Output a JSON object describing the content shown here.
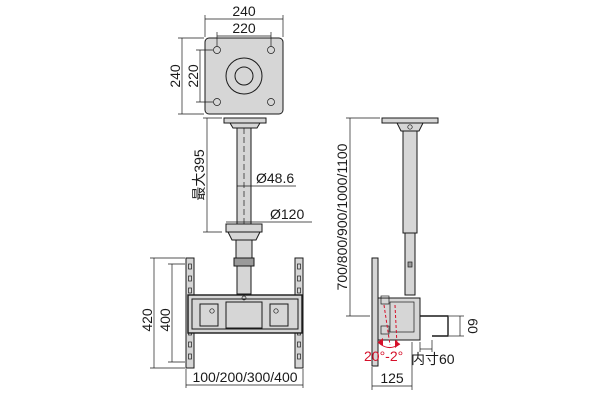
{
  "colors": {
    "line": "#1a1a1a",
    "accent": "#d6102a",
    "metal": "#d6d6d6"
  },
  "top_view": {
    "outer_width": "240",
    "inner_width": "220",
    "outer_height": "240",
    "inner_height": "220"
  },
  "front_view": {
    "max_length": "最大395",
    "pipe_diameter": "Ø48.6",
    "flange_diameter": "Ø120",
    "bracket_height_outer": "420",
    "bracket_height_inner": "400",
    "hole_pitch": "100/200/300/400"
  },
  "side_view": {
    "length_options": "700/800/900/1000/1100",
    "tilt_angle": "20°-2°",
    "depth": "125",
    "hook_height": "60",
    "inner_dim": "内寸60"
  }
}
